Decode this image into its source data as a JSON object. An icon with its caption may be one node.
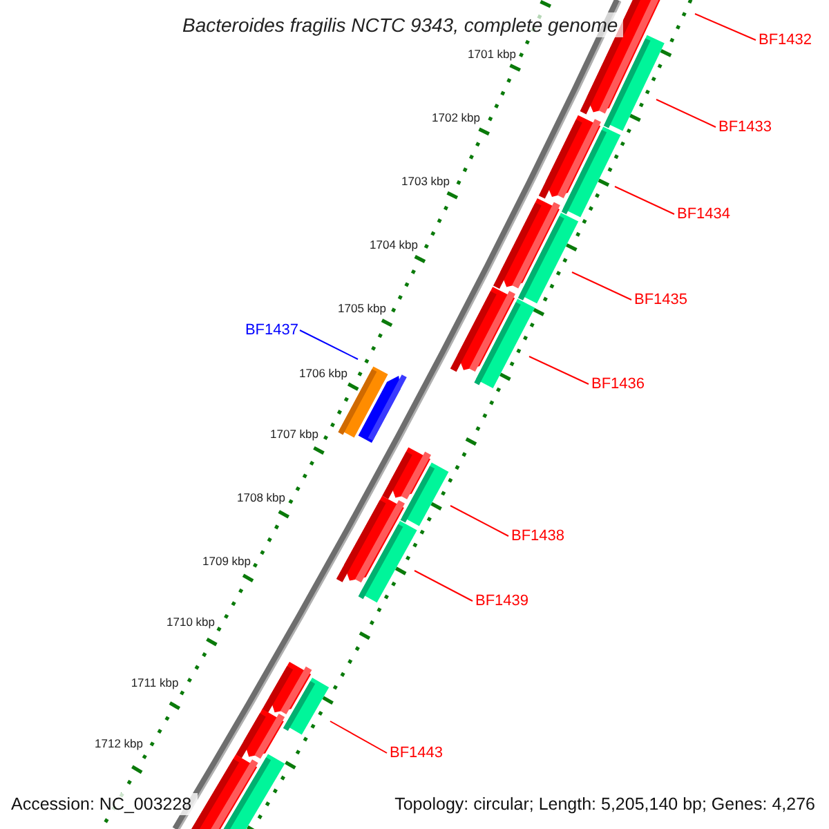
{
  "diagram": {
    "title": "Bacteroides fragilis NCTC 9343, complete genome",
    "nodes": [
      {
        "text": [
          "BF1432"
        ]
      },
      {
        "text": [
          "BF1433"
        ]
      },
      {
        "text": [
          "BF1434"
        ]
      },
      {
        "text": [
          "BF1435"
        ]
      },
      {
        "text": [
          "BF1436"
        ]
      },
      {
        "text": [
          "BF1437"
        ]
      },
      {
        "text": [
          "BF1438"
        ]
      },
      {
        "text": [
          "BF1439"
        ]
      },
      {
        "text": [
          "BF1443"
        ]
      }
    ],
    "edges": [
      {
        "from": 0,
        "to": null,
        "arrow": "none"
      },
      {
        "from": 1,
        "to": null,
        "arrow": "none"
      },
      {
        "from": 2,
        "to": null,
        "arrow": "none"
      },
      {
        "from": 3,
        "to": null,
        "arrow": "none"
      },
      {
        "from": 4,
        "to": null,
        "arrow": "none"
      },
      {
        "from": 5,
        "to": null,
        "arrow": "none",
        "color": "#0000ff"
      },
      {
        "from": 6,
        "to": null,
        "arrow": "none"
      },
      {
        "from": 7,
        "to": null,
        "arrow": "none"
      },
      {
        "from": 8,
        "to": null,
        "arrow": "none"
      }
    ],
    "labels": [
      "1701 kbp",
      "1702 kbp",
      "1703 kbp",
      "1704 kbp",
      "1705 kbp",
      "1706 kbp",
      "1707 kbp",
      "1708 kbp",
      "1709 kbp",
      "1710 kbp",
      "1711 kbp",
      "1712 kbp",
      "Accession: NC_003228",
      "Topology: circular; Length: 5,205,140 bp; Genes: 4,276"
    ]
  }
}
